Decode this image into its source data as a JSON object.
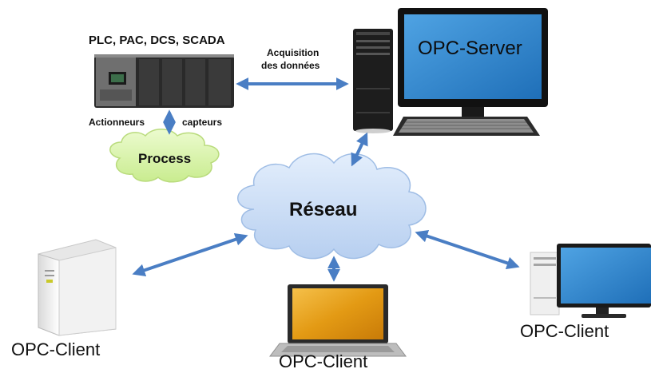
{
  "plc": {
    "title": "PLC, PAC, DCS, SCADA"
  },
  "link_labels": {
    "acquisition_line1": "Acquisition",
    "acquisition_line2": "des données",
    "actuators": "Actionneurs",
    "sensors": "capteurs"
  },
  "process": {
    "label": "Process"
  },
  "server": {
    "label": "OPC-Server"
  },
  "network": {
    "label": "Réseau"
  },
  "clients": {
    "left": "OPC-Client",
    "center": "OPC-Client",
    "right": "OPC-Client"
  },
  "colors": {
    "arrow": "#4a7ec4",
    "process_cloud": "#d8f3a8",
    "network_cloud": "#c9ddf6",
    "screen": "#2f86d0",
    "laptop_screen": "#e8a318"
  }
}
